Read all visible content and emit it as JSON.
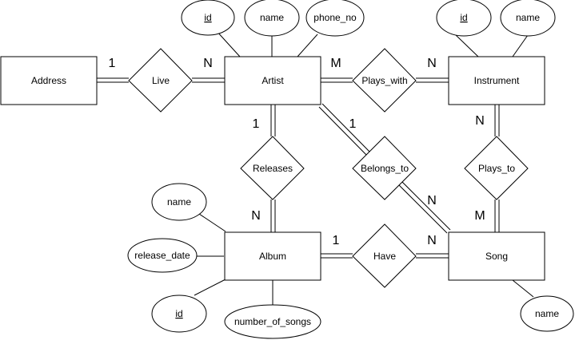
{
  "entities": {
    "address": "Address",
    "artist": "Artist",
    "instrument": "Instrument",
    "album": "Album",
    "song": "Song"
  },
  "relationships": {
    "live": "Live",
    "plays_with": "Plays_with",
    "releases": "Releases",
    "belongs_to": "Belongs_to",
    "plays_to": "Plays_to",
    "have": "Have"
  },
  "attributes": {
    "artist_id": "id",
    "artist_name": "name",
    "artist_phone": "phone_no",
    "instrument_id": "id",
    "instrument_name": "name",
    "album_name": "name",
    "album_release_date": "release_date",
    "album_id": "id",
    "album_number_of_songs": "number_of_songs",
    "song_name": "name"
  },
  "cardinalities": {
    "live_address": "1",
    "live_artist": "N",
    "plays_with_artist": "M",
    "plays_with_instrument": "N",
    "releases_artist": "1",
    "releases_album": "N",
    "belongs_to_artist": "1",
    "belongs_to_song": "N",
    "plays_to_instrument": "N",
    "plays_to_song": "M",
    "have_album": "1",
    "have_song": "N"
  }
}
